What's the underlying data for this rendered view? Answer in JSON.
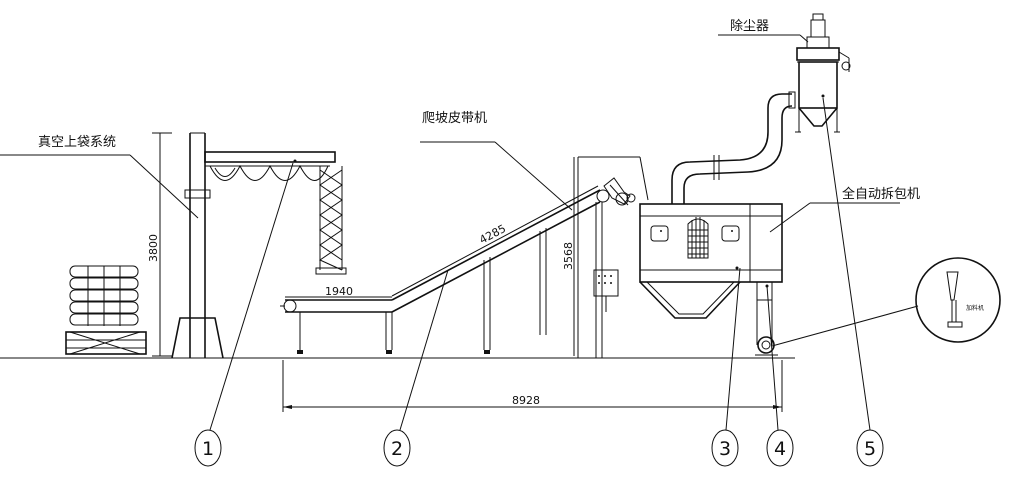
{
  "labels": {
    "vacuum_bag_system": "真空上袋系统",
    "incline_belt": "爬坡皮带机",
    "auto_unpacker": "全自动拆包机",
    "dust_collector": "除尘器",
    "inset_label": "加料机"
  },
  "dimensions": {
    "height_3800": "3800",
    "belt_1940": "1940",
    "incline_4285": "4285",
    "height_3568": "3568",
    "total_8928": "8928"
  },
  "callouts": [
    "1",
    "2",
    "3",
    "4",
    "5"
  ]
}
